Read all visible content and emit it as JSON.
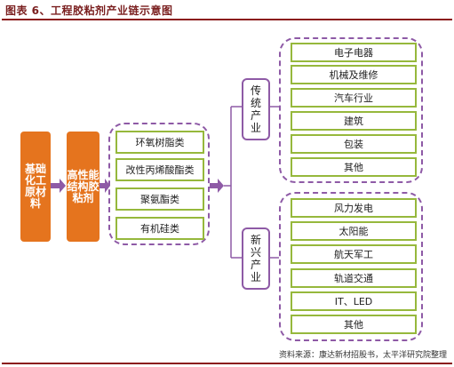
{
  "title": "图表 6、工程胶粘剂产业链示意图",
  "raw_material": "基础化工原材料",
  "adhesive": "高性能结构胶粘剂",
  "adhesive_types": [
    "环氧树脂类",
    "改性丙烯酸酯类",
    "聚氨酯类",
    "有机硅类"
  ],
  "traditional": {
    "label": "传统产业",
    "items": [
      "电子电器",
      "机械及维修",
      "汽车行业",
      "建筑",
      "包装",
      "其他"
    ]
  },
  "emerging": {
    "label": "新兴产业",
    "items": [
      "风力发电",
      "太阳能",
      "航天军工",
      "轨道交通",
      "IT、LED",
      "其他"
    ]
  },
  "source": "资料来源：康达新材招股书，太平洋研究院整理",
  "colors": {
    "orange": "#e5741e",
    "purple": "#8e5aa6",
    "green": "#96b83c",
    "title": "#7a1f1f"
  }
}
